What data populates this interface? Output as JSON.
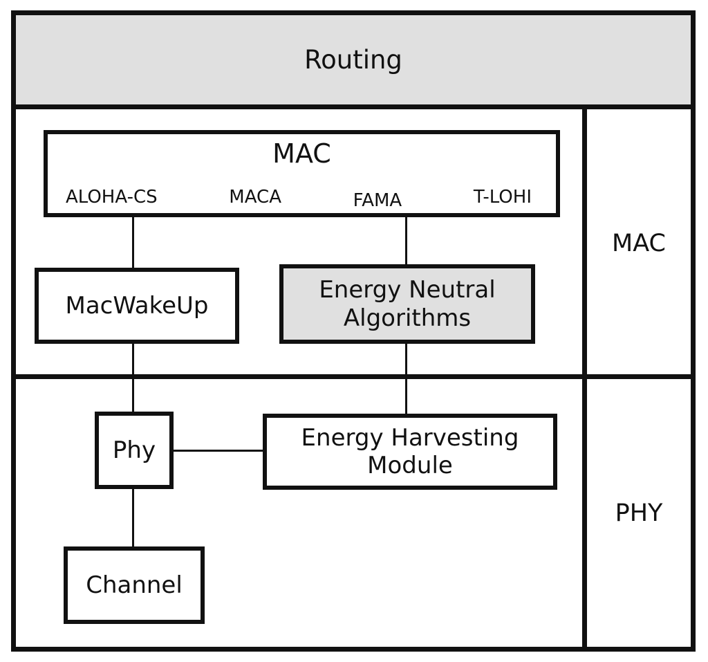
{
  "diagram": {
    "title_note": "protocol stack block diagram",
    "routing": {
      "label": "Routing"
    },
    "mac_section": {
      "side_label": "MAC",
      "mac_box": {
        "title": "MAC",
        "protocols": [
          "ALOHA-CS",
          "MACA",
          "FAMA",
          "T-LOHI"
        ]
      },
      "mac_wakeup": {
        "label": "MacWakeUp"
      },
      "energy_neutral": {
        "label": "Energy Neutral Algorithms"
      }
    },
    "phy_section": {
      "side_label": "PHY",
      "phy": {
        "label": "Phy"
      },
      "energy_harvesting": {
        "label": "Energy Harvesting Module"
      },
      "channel": {
        "label": "Channel"
      }
    },
    "colors": {
      "highlight_fill": "#e0e0e0",
      "line": "#111111",
      "background": "#ffffff"
    }
  }
}
